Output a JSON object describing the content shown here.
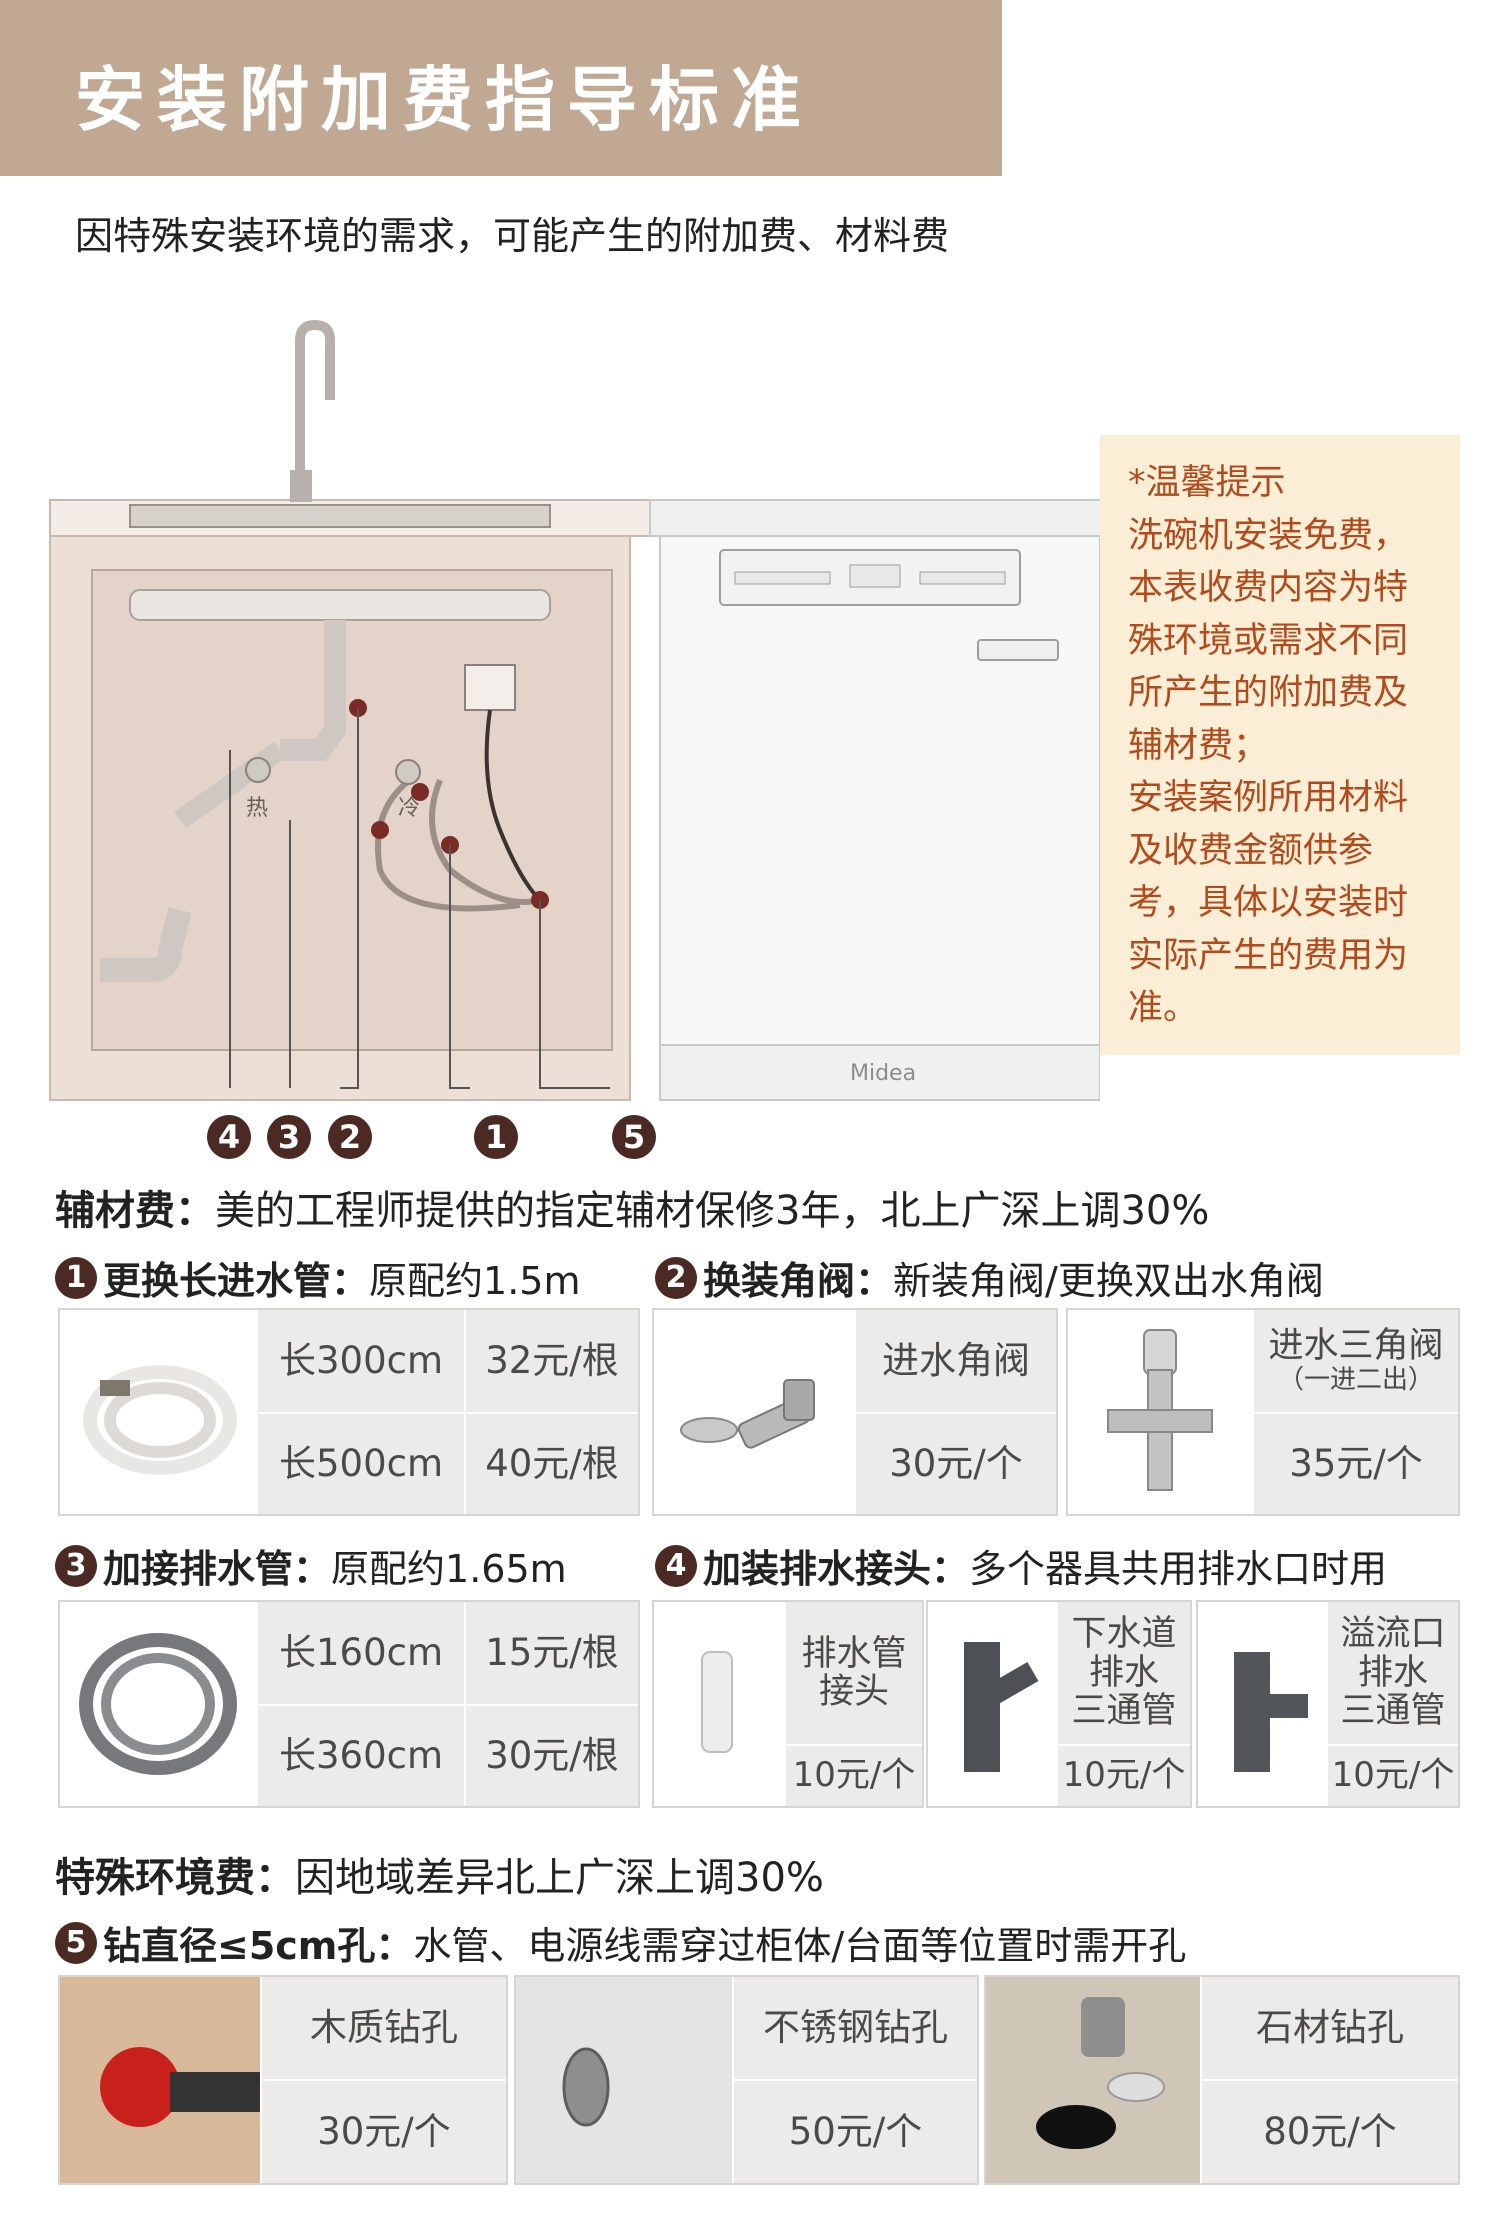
{
  "header": {
    "title": "安装附加费指导标准"
  },
  "intro": "因特殊安装环境的需求，可能产生的附加费、材料费",
  "illustration": {
    "hot_label": "热",
    "cold_label": "冷",
    "brand": "Midea",
    "callouts": [
      "4",
      "3",
      "2",
      "1",
      "5"
    ]
  },
  "tip": {
    "lines": [
      "*温馨提示",
      "洗碗机安装免费，",
      "本表收费内容为特",
      "殊环境或需求不同",
      "所产生的附加费及",
      "辅材费；",
      "安装案例所用材料",
      "及收费金额供参",
      "考，具体以安装时",
      "实际产生的费用为",
      "准。"
    ]
  },
  "materials": {
    "label": "辅材费：",
    "desc": "美的工程师提供的指定辅材保修3年，北上广深上调30%"
  },
  "item1": {
    "num": "1",
    "title": "更换长进水管：",
    "note": "原配约1.5m",
    "rows": [
      {
        "length": "长300cm",
        "price": "32元/根"
      },
      {
        "length": "长500cm",
        "price": "40元/根"
      }
    ]
  },
  "item2": {
    "num": "2",
    "title": "换装角阀：",
    "note": "新装角阀/更换双出水角阀",
    "a_name": "进水角阀",
    "a_price": "30元/个",
    "b_name": "进水三角阀",
    "b_sub": "（一进二出）",
    "b_price": "35元/个"
  },
  "item3": {
    "num": "3",
    "title": "加接排水管：",
    "note": "原配约1.65m",
    "rows": [
      {
        "length": "长160cm",
        "price": "15元/根"
      },
      {
        "length": "长360cm",
        "price": "30元/根"
      }
    ]
  },
  "item4": {
    "num": "4",
    "title": "加装排水接头：",
    "note": "多个器具共用排水口时用",
    "parts": [
      {
        "name_l1": "排水管",
        "name_l2": "接头",
        "name_l3": "",
        "price": "10元/个"
      },
      {
        "name_l1": "下水道",
        "name_l2": "排水",
        "name_l3": "三通管",
        "price": "10元/个"
      },
      {
        "name_l1": "溢流口",
        "name_l2": "排水",
        "name_l3": "三通管",
        "price": "10元/个"
      }
    ]
  },
  "special": {
    "label": "特殊环境费：",
    "desc": "因地域差异北上广深上调30%"
  },
  "item5": {
    "num": "5",
    "title": "钻直径≤5cm孔：",
    "note": "水管、电源线需穿过柜体/台面等位置时需开孔",
    "holes": [
      {
        "name": "木质钻孔",
        "price": "30元/个"
      },
      {
        "name": "不锈钢钻孔",
        "price": "50元/个"
      },
      {
        "name": "石材钻孔",
        "price": "80元/个"
      }
    ]
  },
  "colors": {
    "header_band": "#c0a893",
    "tip_bg": "#fbeed6",
    "tip_text": "#b34a1c",
    "callout": "#4a2a22",
    "table_bg": "#ecebea"
  }
}
